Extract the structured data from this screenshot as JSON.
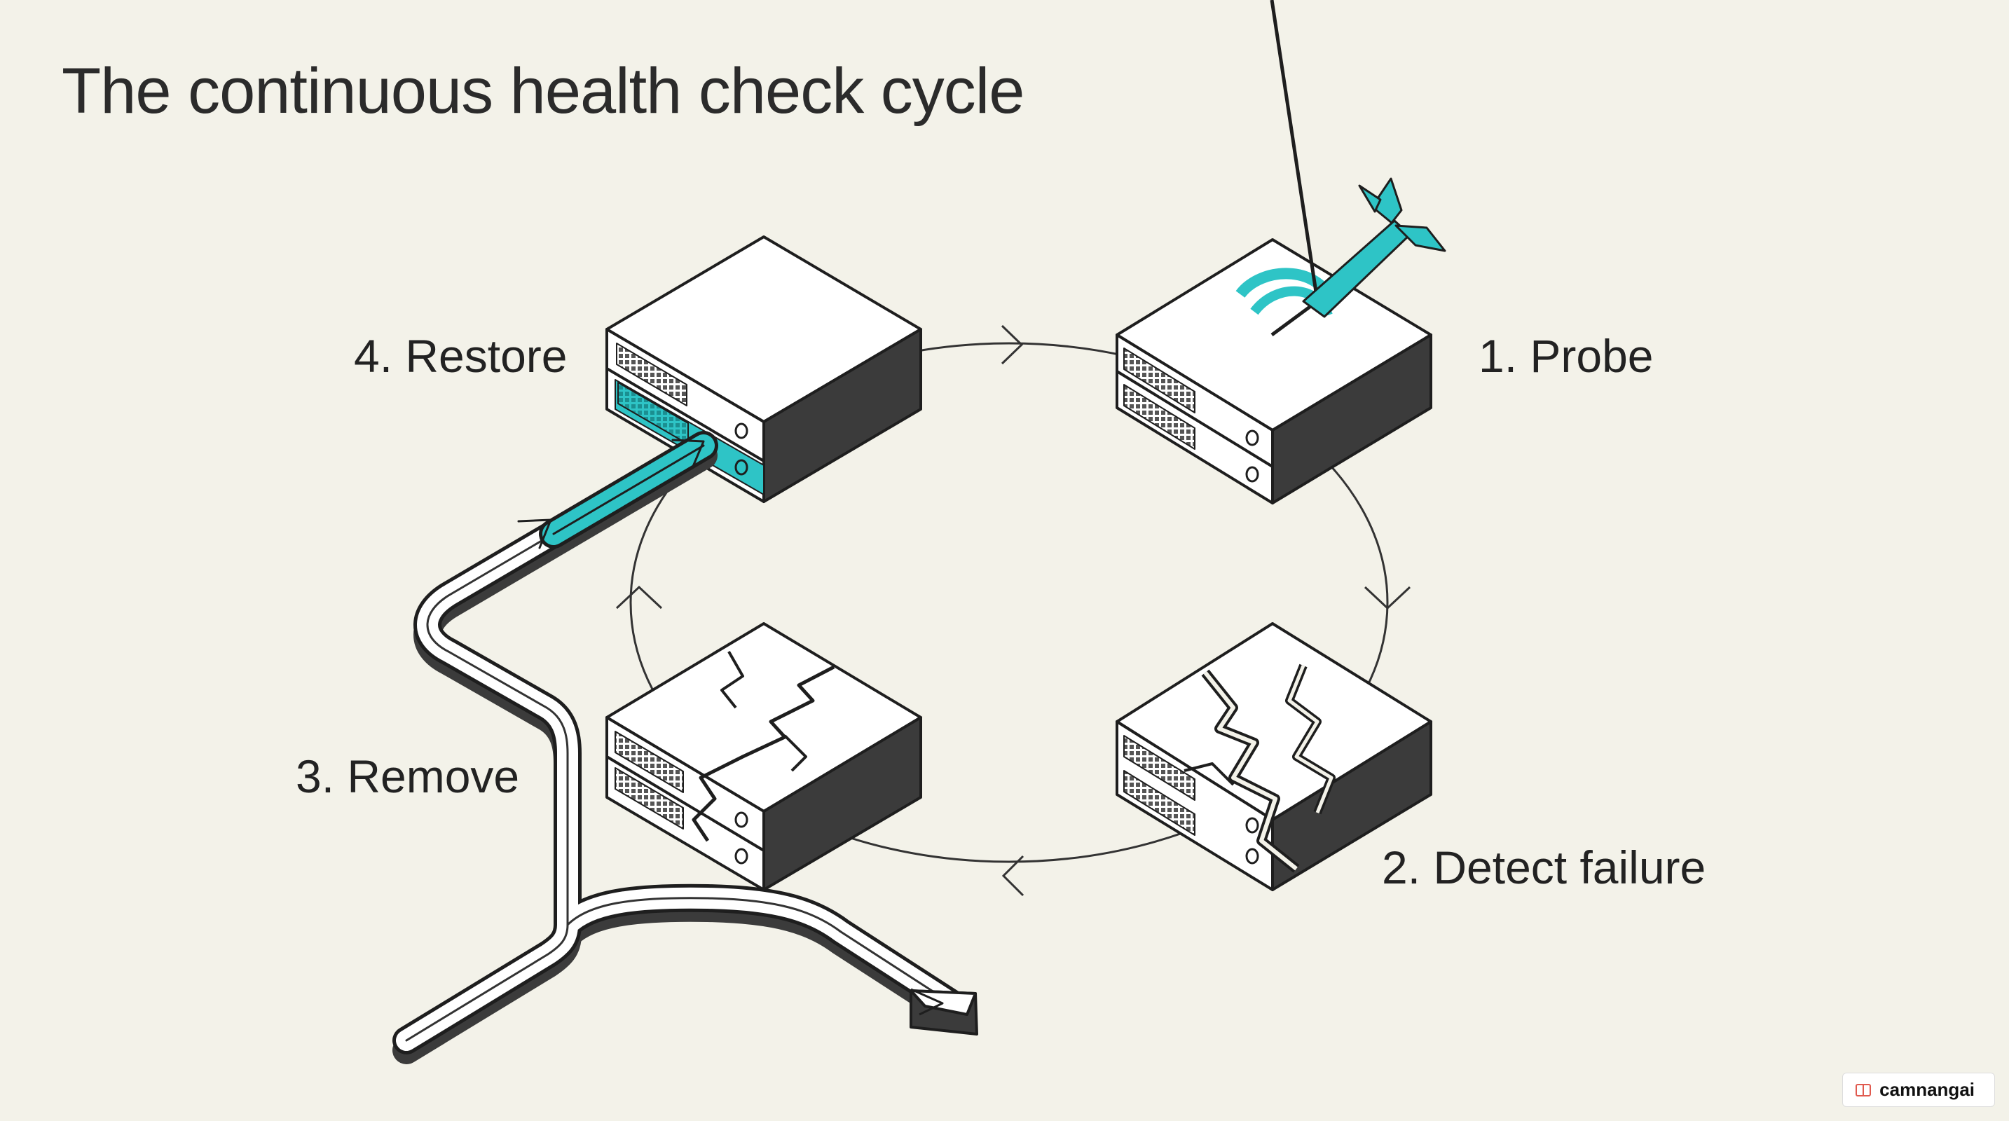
{
  "title": "The continuous health check cycle",
  "steps": {
    "probe": "1. Probe",
    "detect": "2. Detect failure",
    "remove": "3. Remove",
    "restore": "4. Restore"
  },
  "icons": {
    "probe": "dart-icon",
    "server": "server-rack-icon",
    "broken_server": "cracked-server-icon",
    "cycle": "cycle-arrow-icon",
    "path": "routing-path-icon"
  },
  "colors": {
    "background": "#f3f2e9",
    "accent": "#2ec4c6",
    "server_side": "#3b3b3b",
    "line": "#333333"
  },
  "watermark": "camnangai"
}
